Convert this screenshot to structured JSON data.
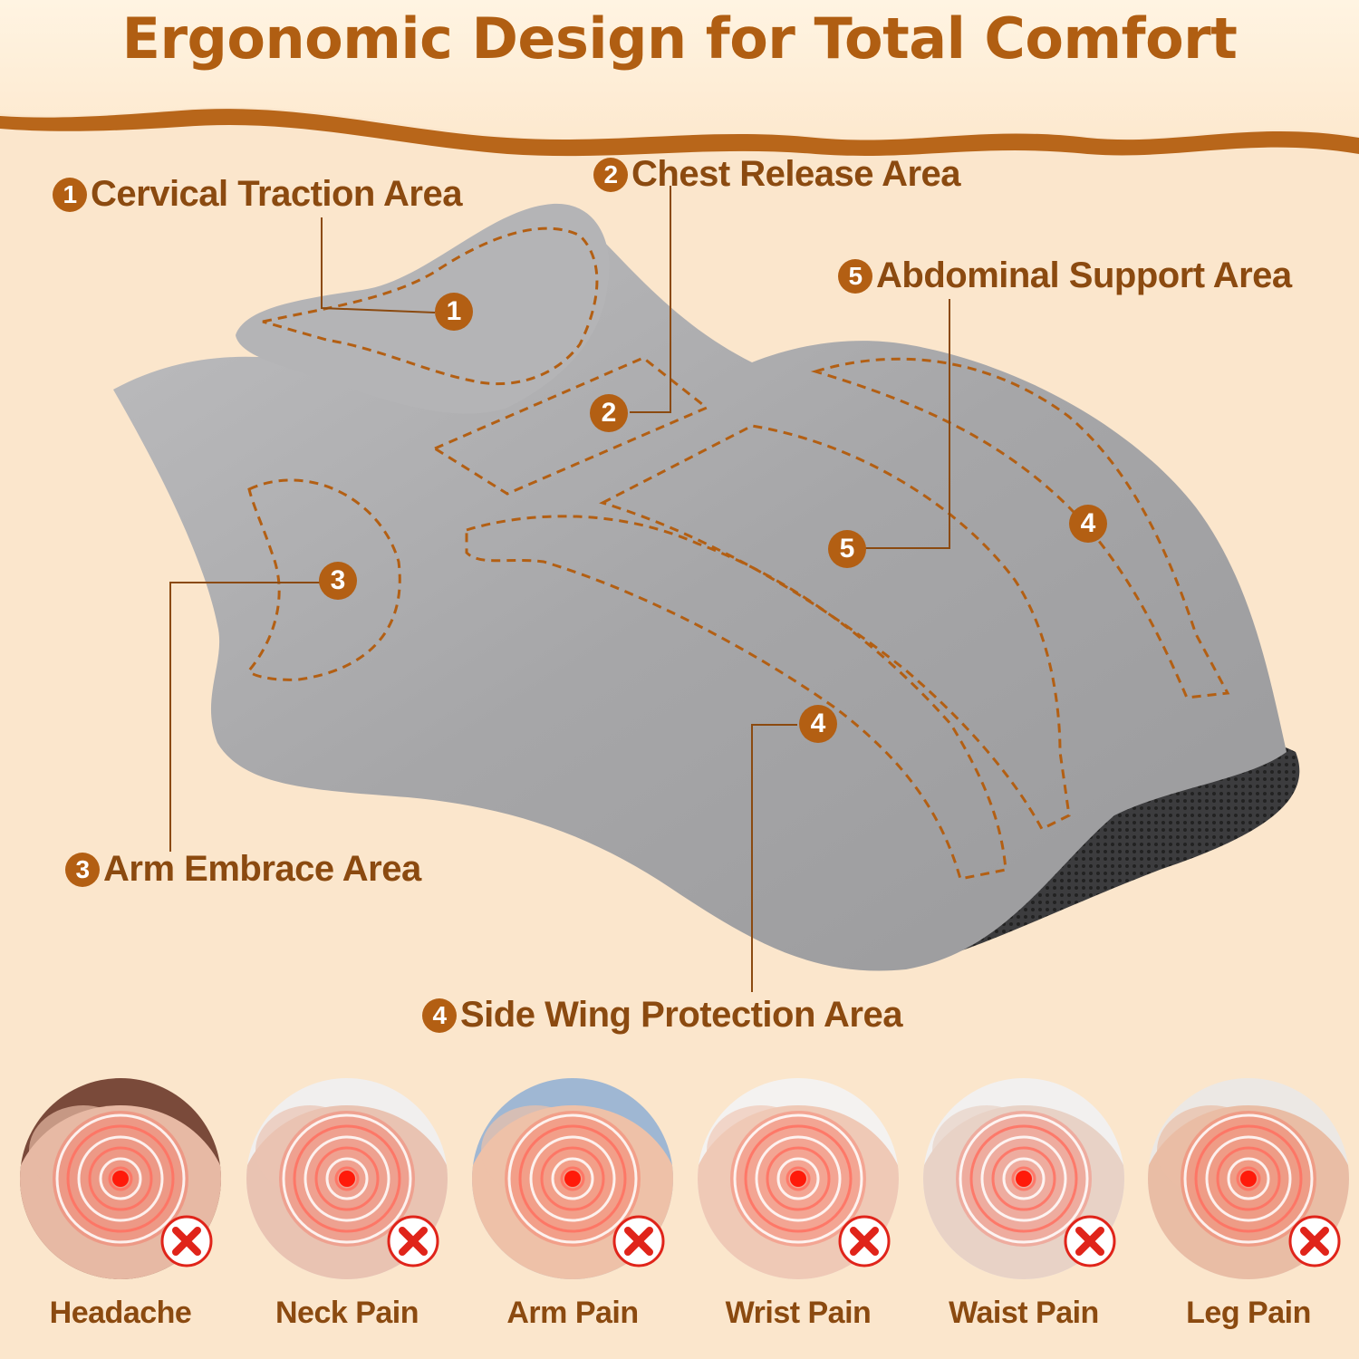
{
  "title": "Ergonomic Design for Total Comfort",
  "colors": {
    "accent": "#b35f13",
    "text": "#8b4a10",
    "background": "#fbe6cc",
    "pillow": "#a9a9ab"
  },
  "callouts": [
    {
      "num": "1",
      "label": "Cervical Traction Area"
    },
    {
      "num": "2",
      "label": "Chest Release Area"
    },
    {
      "num": "3",
      "label": "Arm Embrace Area"
    },
    {
      "num": "4",
      "label": "Side Wing Protection Area"
    },
    {
      "num": "5",
      "label": "Abdominal Support Area"
    }
  ],
  "markers": [
    "1",
    "2",
    "3",
    "4",
    "4",
    "5"
  ],
  "pains": [
    {
      "label": "Headache",
      "icon": "head-pain-icon"
    },
    {
      "label": "Neck Pain",
      "icon": "neck-pain-icon"
    },
    {
      "label": "Arm Pain",
      "icon": "arm-pain-icon"
    },
    {
      "label": "Wrist Pain",
      "icon": "wrist-pain-icon"
    },
    {
      "label": "Waist Pain",
      "icon": "waist-pain-icon"
    },
    {
      "label": "Leg Pain",
      "icon": "leg-pain-icon"
    }
  ]
}
